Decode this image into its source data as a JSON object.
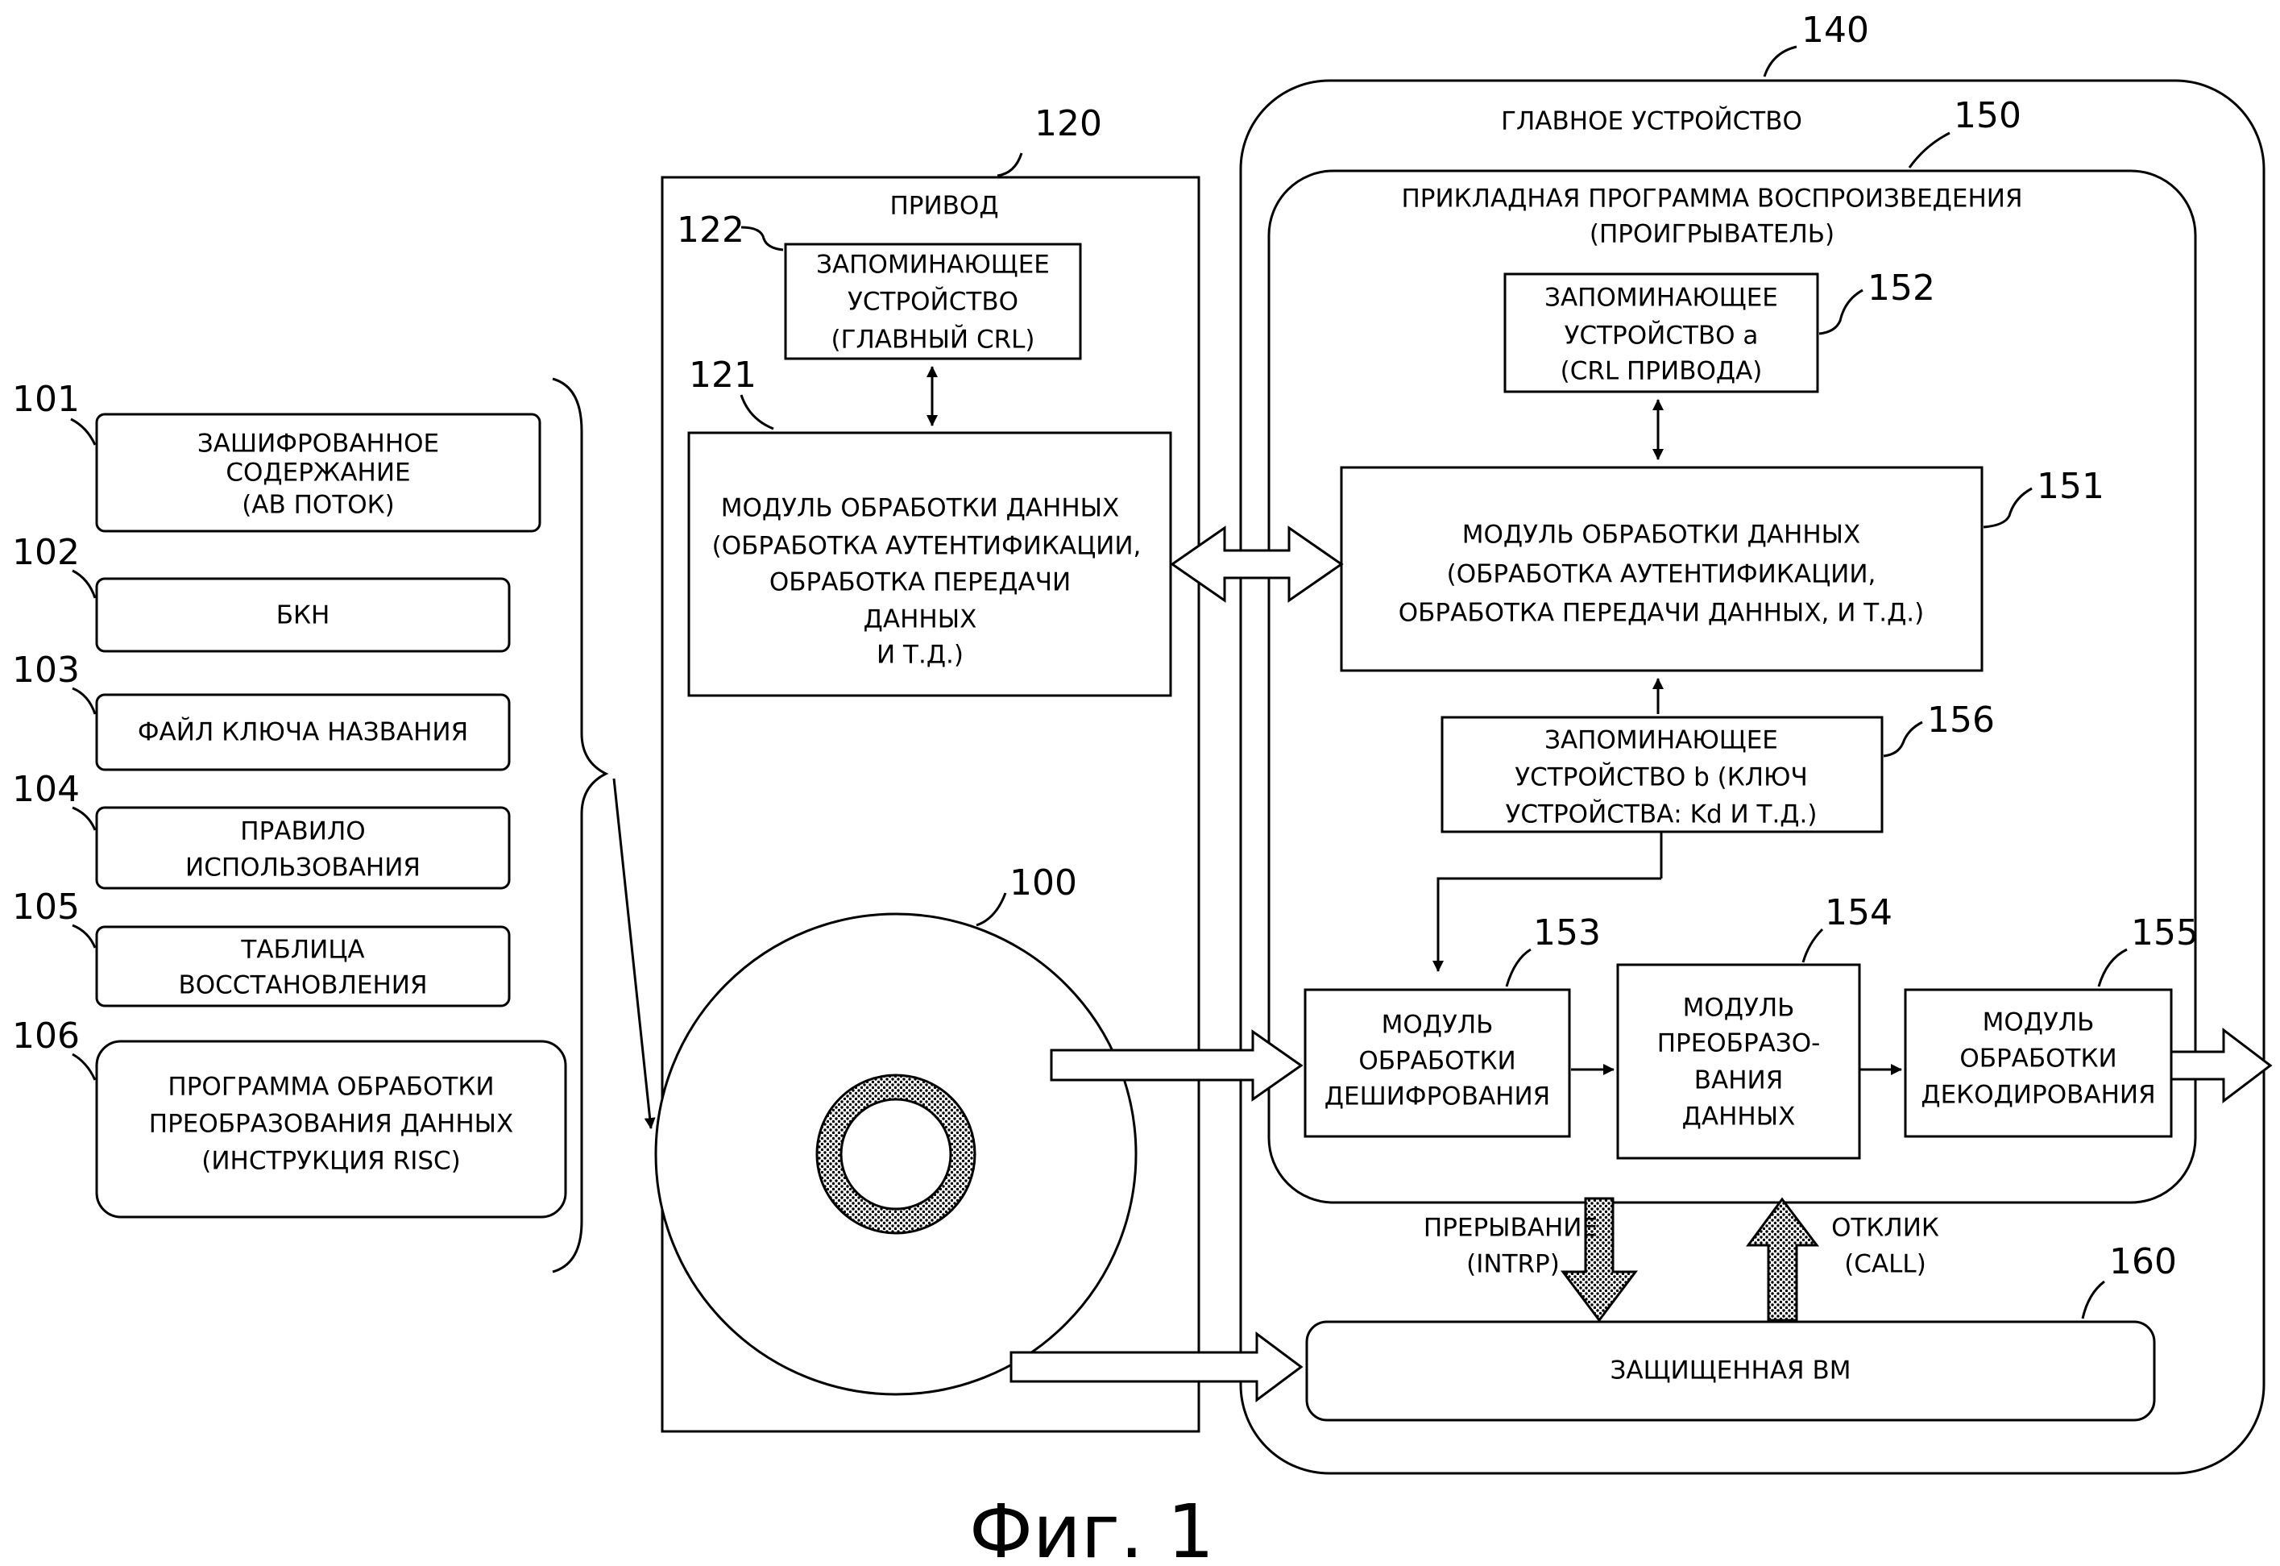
{
  "figure": {
    "caption": "Фиг. 1"
  },
  "media_items": [
    {
      "ref": "101",
      "lines": [
        "ЗАШИФРОВАННОЕ",
        "СОДЕРЖАНИЕ",
        "(АВ ПОТОК)"
      ]
    },
    {
      "ref": "102",
      "lines": [
        "БКН"
      ]
    },
    {
      "ref": "103",
      "lines": [
        "ФАЙЛ КЛЮЧА НАЗВАНИЯ"
      ]
    },
    {
      "ref": "104",
      "lines": [
        "ПРАВИЛО",
        "ИСПОЛЬЗОВАНИЯ"
      ]
    },
    {
      "ref": "105",
      "lines": [
        "ТАБЛИЦА",
        "ВОССТАНОВЛЕНИЯ"
      ]
    },
    {
      "ref": "106",
      "lines": [
        "ПРОГРАММА ОБРАБОТКИ",
        "ПРЕОБРАЗОВАНИЯ ДАННЫХ",
        "(ИНСТРУКЦИЯ RISC)"
      ]
    }
  ],
  "disc": {
    "ref": "100"
  },
  "drive": {
    "ref": "120",
    "title": "ПРИВОД",
    "storage": {
      "ref": "122",
      "lines": [
        "ЗАПОМИНАЮЩЕЕ",
        "УСТРОЙСТВО",
        "(ГЛАВНЫЙ CRL)"
      ]
    },
    "processor": {
      "ref": "121",
      "lines": [
        "МОДУЛЬ ОБРАБОТКИ ДАННЫХ",
        "(ОБРАБОТКА АУТЕНТИФИКАЦИИ,",
        "ОБРАБОТКА ПЕРЕДАЧИ",
        "ДАННЫХ",
        "И Т.Д.)"
      ]
    }
  },
  "host": {
    "ref": "140",
    "title": "ГЛАВНОЕ УСТРОЙСТВО",
    "player": {
      "ref": "150",
      "title_lines": [
        "ПРИКЛАДНАЯ ПРОГРАММА ВОСПРОИЗВЕДЕНИЯ",
        "(ПРОИГРЫВАТЕЛЬ)"
      ],
      "storage_a": {
        "ref": "152",
        "lines": [
          "ЗАПОМИНАЮЩЕЕ",
          "УСТРОЙСТВО а",
          "(CRL ПРИВОДА)"
        ]
      },
      "processor": {
        "ref": "151",
        "lines": [
          "МОДУЛЬ ОБРАБОТКИ ДАННЫХ",
          "(ОБРАБОТКА АУТЕНТИФИКАЦИИ,",
          "ОБРАБОТКА ПЕРЕДАЧИ ДАННЫХ, И Т.Д.)"
        ]
      },
      "storage_b": {
        "ref": "156",
        "lines": [
          "ЗАПОМИНАЮЩЕЕ",
          "УСТРОЙСТВО b (КЛЮЧ",
          "УСТРОЙСТВА: Kd И Т.Д.)"
        ]
      },
      "decrypt": {
        "ref": "153",
        "lines": [
          "МОДУЛЬ",
          "ОБРАБОТКИ",
          "ДЕШИФРОВАНИЯ"
        ]
      },
      "convert": {
        "ref": "154",
        "lines": [
          "МОДУЛЬ",
          "ПРЕОБРАЗО-",
          "ВАНИЯ",
          "ДАННЫХ"
        ]
      },
      "decode": {
        "ref": "155",
        "lines": [
          "МОДУЛЬ",
          "ОБРАБОТКИ",
          "ДЕКОДИРОВАНИЯ"
        ]
      }
    },
    "interrupt_label": [
      "ПРЕРЫВАНИЕ",
      "(INTRP)"
    ],
    "response_label": [
      "ОТКЛИК",
      "(CALL)"
    ],
    "secure_vm": {
      "ref": "160",
      "label": "ЗАЩИЩЕННАЯ ВМ"
    }
  }
}
